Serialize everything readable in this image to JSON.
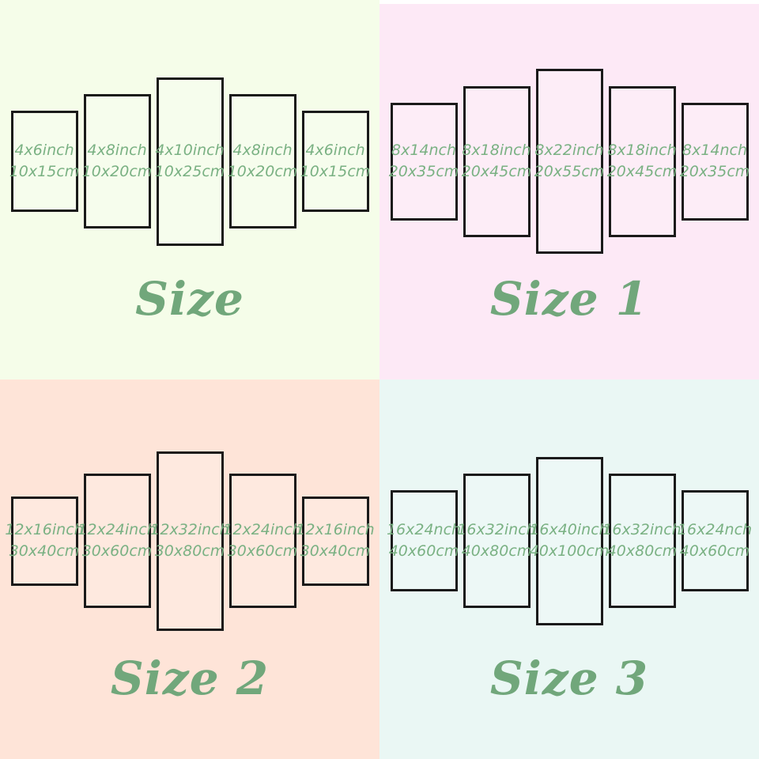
{
  "colors": {
    "label_text": "#7ab183",
    "title_text": "#71a77b",
    "panel_border": "#1a1a1a",
    "edge_strip": "#ffffff",
    "quadrant_backgrounds": [
      "#f5fde9",
      "#fde9f6",
      "#fee4d8",
      "#eaf7f4"
    ]
  },
  "quadrants": [
    {
      "title": "Size",
      "bg": "#f5fde9",
      "panels": [
        {
          "inches": "4x6inch",
          "cm": "10x15cm"
        },
        {
          "inches": "4x8inch",
          "cm": "10x20cm"
        },
        {
          "inches": "4x10inch",
          "cm": "10x25cm"
        },
        {
          "inches": "4x8inch",
          "cm": "10x20cm"
        },
        {
          "inches": "4x6inch",
          "cm": "10x15cm"
        }
      ]
    },
    {
      "title": "Size 1",
      "bg": "#fde9f6",
      "panels": [
        {
          "inches": "8x14nch",
          "cm": "20x35cm"
        },
        {
          "inches": "8x18inch",
          "cm": "20x45cm"
        },
        {
          "inches": "8x22inch",
          "cm": "20x55cm"
        },
        {
          "inches": "8x18inch",
          "cm": "20x45cm"
        },
        {
          "inches": "8x14nch",
          "cm": "20x35cm"
        }
      ]
    },
    {
      "title": "Size 2",
      "bg": "#fee4d8",
      "panels": [
        {
          "inches": "12x16inch",
          "cm": "30x40cm"
        },
        {
          "inches": "12x24inch",
          "cm": "30x60cm"
        },
        {
          "inches": "12x32inch",
          "cm": "30x80cm"
        },
        {
          "inches": "12x24inch",
          "cm": "30x60cm"
        },
        {
          "inches": "12x16inch",
          "cm": "30x40cm"
        }
      ]
    },
    {
      "title": "Size 3",
      "bg": "#eaf7f4",
      "panels": [
        {
          "inches": "16x24nch",
          "cm": "40x60cm"
        },
        {
          "inches": "16x32inch",
          "cm": "40x80cm"
        },
        {
          "inches": "16x40inch",
          "cm": "40x100cm"
        },
        {
          "inches": "16x32inch",
          "cm": "40x80cm"
        },
        {
          "inches": "16x24nch",
          "cm": "40x60cm"
        }
      ]
    }
  ]
}
